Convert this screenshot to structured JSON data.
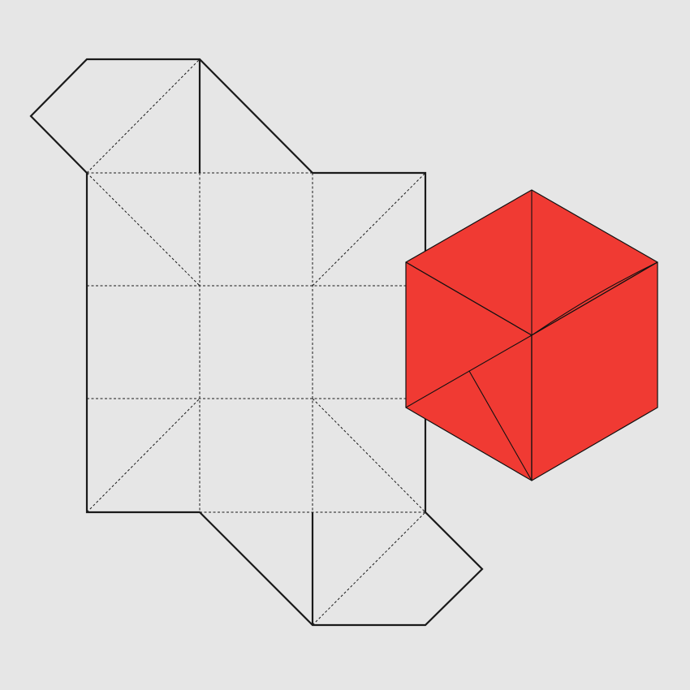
{
  "colors": {
    "background": "#e6e6e6",
    "line": "#1a1a1a",
    "cube_fill": "#f03a33",
    "cube_edge": "#111111"
  },
  "diagram": {
    "net": {
      "label_name": "cube-net-template",
      "rows": 3,
      "columns": 3,
      "flaps": 2,
      "cut_line_style": "solid",
      "fold_line_style": "dashed"
    },
    "cube": {
      "label_name": "folded-cube",
      "visible_faces": 3,
      "fill_color": "#f03a33"
    }
  }
}
